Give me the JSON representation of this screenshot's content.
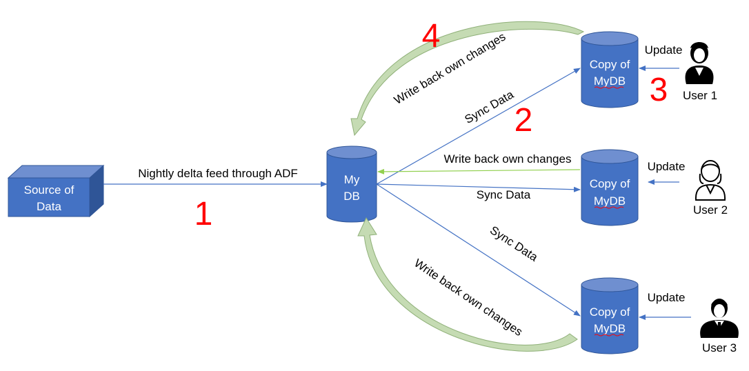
{
  "source_box": {
    "line1": "Source of",
    "line2": "Data"
  },
  "main_db": {
    "line1": "My",
    "line2": "DB"
  },
  "copies": [
    {
      "line1": "Copy of",
      "line2": "MyDB"
    },
    {
      "line1": "Copy of",
      "line2": "MyDB"
    },
    {
      "line1": "Copy of",
      "line2": "MyDB"
    }
  ],
  "users": [
    {
      "label": "User 1",
      "icon": "female-user-icon"
    },
    {
      "label": "User 2",
      "icon": "female-user-outline-icon"
    },
    {
      "label": "User 3",
      "icon": "male-user-icon"
    }
  ],
  "update_label": "Update",
  "edge_labels": {
    "nightly_feed": "Nightly delta feed through ADF",
    "sync_data": "Sync Data",
    "write_back": "Write back own changes"
  },
  "step_numbers": [
    "1",
    "2",
    "3",
    "4"
  ],
  "colors": {
    "shape_fill": "#4472c4",
    "shape_edge": "#2f5597",
    "arrow_line": "#4472c4",
    "curved_arrow_fill": "#c5dbb3",
    "curved_arrow_edge": "#8fb078",
    "step_number": "#ff0000"
  }
}
